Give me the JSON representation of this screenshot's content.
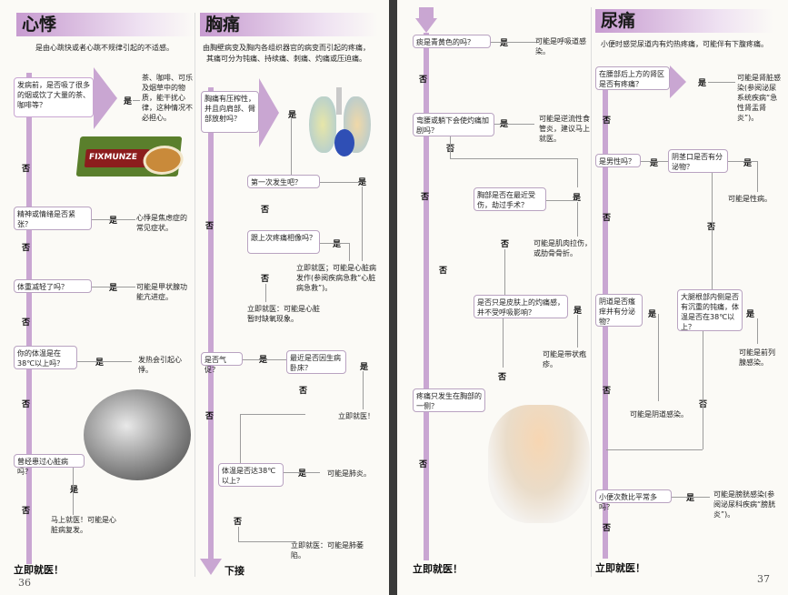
{
  "left_page": {
    "number": "36",
    "palpitation": {
      "title": "心悸",
      "intro": "是由心跳快或者心跳不规律引起的不适感。",
      "q1": "发病前，是否吸了很多的烟或饮了大量的茶、咖啡等？",
      "a1": "茶、咖啡、可乐及烟草中的物质，能干扰心律，这种情况不必担心。",
      "product_label": "FIXMUNZE",
      "q2": "精神或情绪是否紧张？",
      "a2": "心悸是焦虑症的常见症状。",
      "q3": "体重减轻了吗？",
      "a3": "可能是甲状腺功能亢进症。",
      "q4": "你的体温是在38℃以上吗？",
      "a4": "发热会引起心悸。",
      "q5": "曾经患过心脏病吗？",
      "a5": "马上就医！可能是心脏病复发。",
      "end": "立即就医！"
    },
    "chest_pain": {
      "title": "胸痛",
      "intro": "由胸壁病变及胸内各组织器官的病变而引起的疼痛，其痛可分为钝痛、持续痛、刺痛、灼痛或压迫痛。",
      "q1": "胸痛有压榨性，并且向肩部、臂部放射吗？",
      "q2": "第一次发生吧？",
      "q3": "跟上次疼痛相像吗？",
      "a3": "立即就医；可能是心脏病发作(参阅疾病急救“心脏病急救”)。",
      "a2": "立即就医：可能是心脏暂时缺氧现象。",
      "q4": "是否气促？",
      "q5": "最近是否因生病卧床？",
      "a5": "立即就医！",
      "q6": "体温是否达38℃以上？",
      "a6": "可能是肺炎。",
      "a7": "立即就医：可能是肺萎陷。",
      "continue": "下接"
    }
  },
  "right_page": {
    "number": "37",
    "chest_cont": {
      "q1": "痰是青黄色的吗？",
      "a1": "可能是呼吸道感染。",
      "q2": "弯腰或躺下会使灼痛加剧吗？",
      "a2": "可能是逆流性食管炎，建议马上就医。",
      "q3": "胸部是否在最近受伤，劫过手术？",
      "a3": "可能是肌肉拉伤，或肋骨骨折。",
      "q4": "是否只是皮肤上的灼痛感，并不受呼吸影响？",
      "a4": "可能是带状疱疹。",
      "q5": "疼痛只发生在胸部的一侧？",
      "end": "立即就医！"
    },
    "urination_pain": {
      "title": "尿痛",
      "intro": "小便时感觉尿道内有灼热疼痛，可能伴有下腹疼痛。",
      "q1": "在腰部后上方的肾区是否有疼痛？",
      "a1": "可能是肾脏感染(参阅泌尿系统疾病“急性肾盂肾炎”)。",
      "q2": "是男性吗？",
      "q3": "阴茎口是否有分泌物？",
      "a3": "可能是性病。",
      "q4": "阴道是否瘙痒并有分泌物？",
      "a4": "可能是阴道感染。",
      "q5": "大腿根部内侧是否有沉重的钝痛，体温是否在38℃以上？",
      "a5": "可能是前列腺感染。",
      "q6": "小便次数比平常多吗？",
      "a6": "可能是膀胱感染(参阅泌尿科疾病“膀胱炎”)。",
      "end": "立即就医！"
    },
    "yes": "是",
    "no": "否"
  }
}
